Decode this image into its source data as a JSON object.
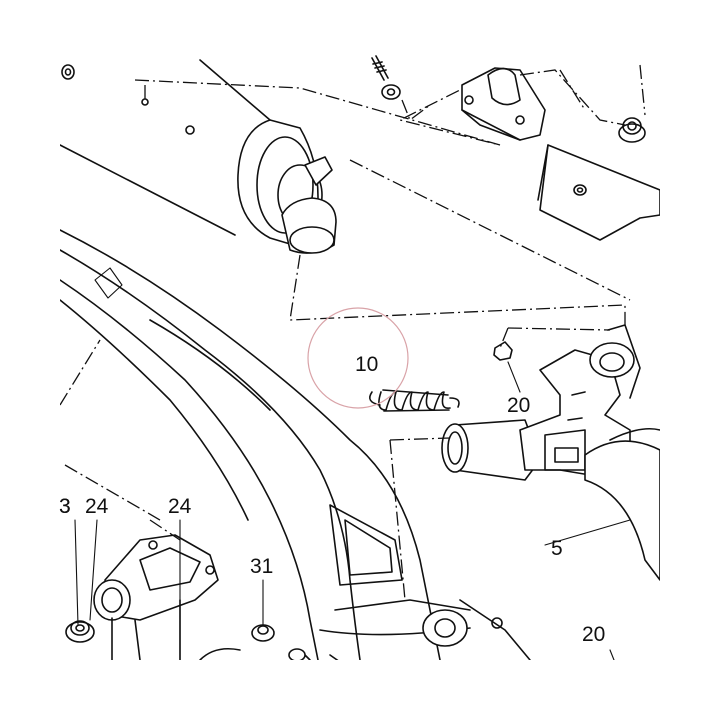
{
  "callouts": [
    {
      "id": "c10",
      "text": "10"
    },
    {
      "id": "c20a",
      "text": "20"
    },
    {
      "id": "c5",
      "text": "5"
    },
    {
      "id": "c3",
      "text": "3"
    },
    {
      "id": "c24a",
      "text": "24"
    },
    {
      "id": "c24b",
      "text": "24"
    },
    {
      "id": "c31",
      "text": "31"
    },
    {
      "id": "c20b",
      "text": "20"
    }
  ],
  "colors": {
    "line": "#111111",
    "highlight": "#d9a3a8",
    "background": "#ffffff"
  }
}
